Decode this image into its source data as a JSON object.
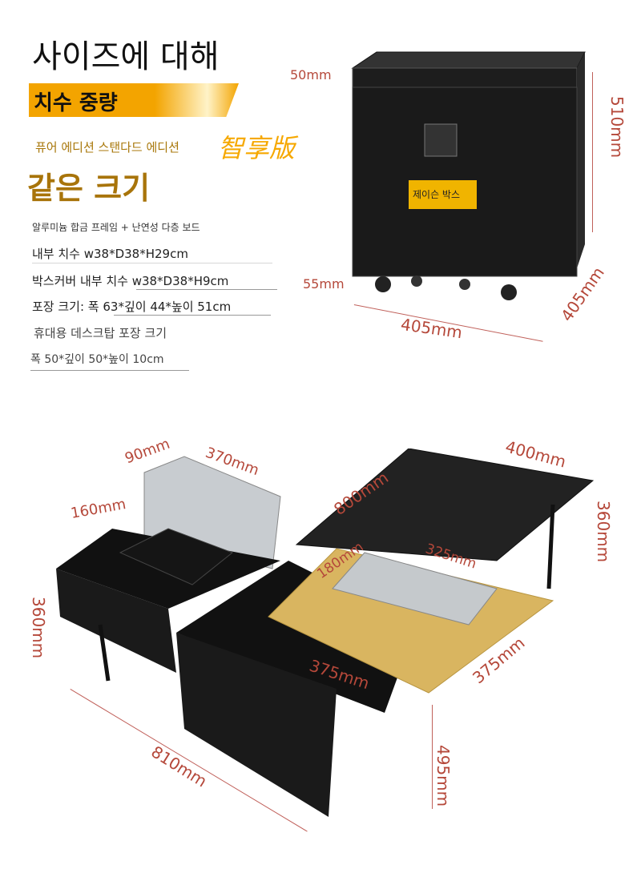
{
  "title": "사이즈에 대해",
  "banner": "치수 중량",
  "edition": "퓨어 에디션 스탠다드 에디션",
  "edition_cn": "智享版",
  "same_size": "같은 크기",
  "specs": {
    "material": "알루미늄 합금 프레임 + 난연성 다층 보드",
    "inner": "내부 치수 w38*D38*H29cm",
    "cover_inner": "박스커버 내부 치수 w38*D38*H9cm",
    "package": "포장 크기: 폭 63*깊이 44*높이 51cm",
    "desktop_title": "휴대용 데스크탑 포장 크기",
    "desktop_size": "폭 50*깊이 50*높이 10cm"
  },
  "box_label": "제이슨 박스",
  "dims_top": {
    "lid": "50mm",
    "height": "510mm",
    "wheel": "55mm",
    "width": "405mm",
    "depth": "405mm"
  },
  "dims_bottom": {
    "d90": "90mm",
    "d370": "370mm",
    "d160": "160mm",
    "d800": "800mm",
    "d400": "400mm",
    "d360r": "360mm",
    "d180": "180mm",
    "d325": "325mm",
    "d360l": "360mm",
    "d375a": "375mm",
    "d375b": "375mm",
    "d810": "810mm",
    "d495": "495mm"
  },
  "colors": {
    "accent": "#f3a400",
    "dim": "#b5483a",
    "brown": "#a8740a"
  }
}
